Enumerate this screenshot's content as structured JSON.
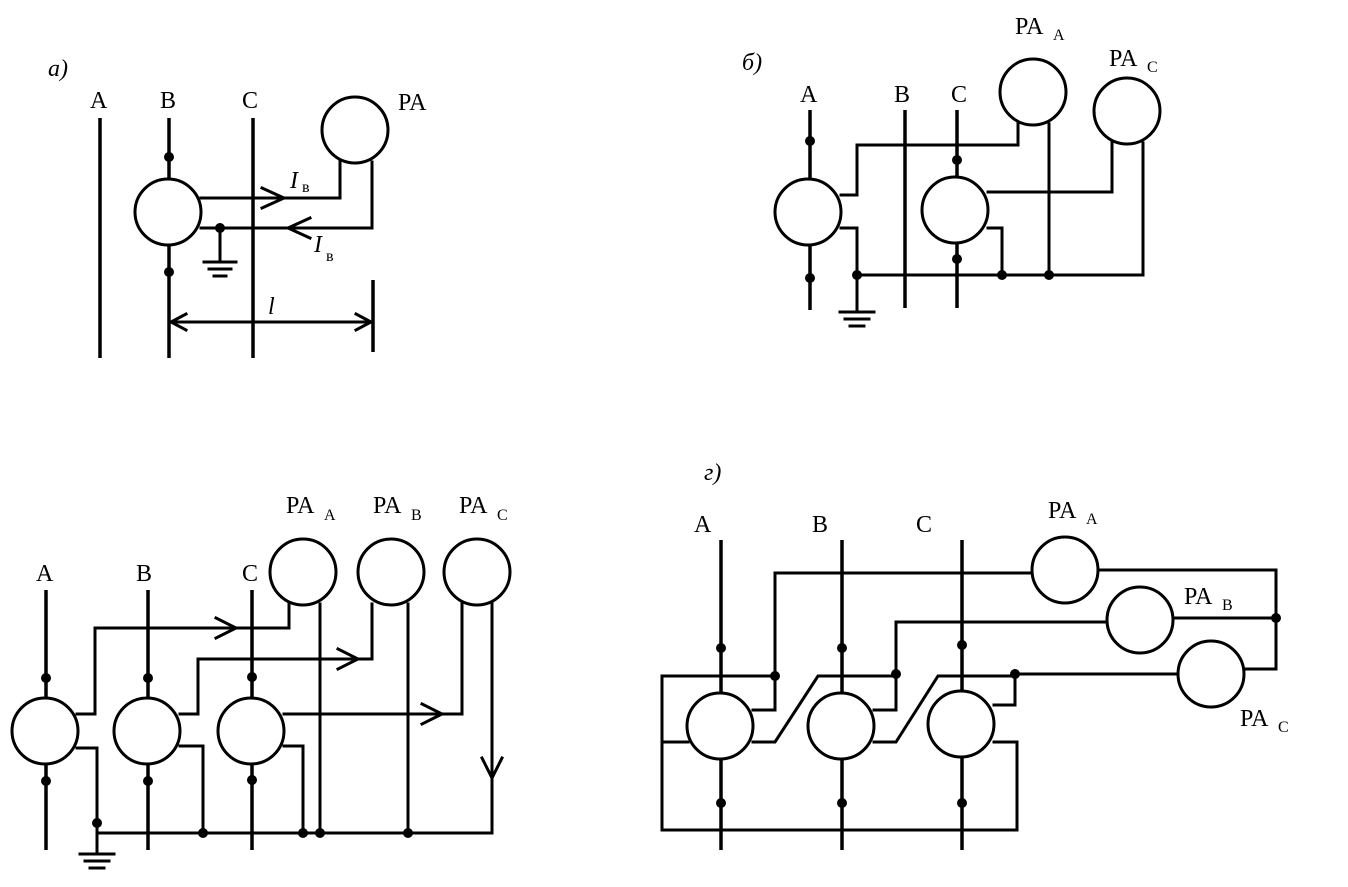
{
  "panels": {
    "a": {
      "label": "а)",
      "phases": [
        "A",
        "B",
        "C"
      ],
      "meter": "PA",
      "current_symbol": "I",
      "current_subscript": "в",
      "length_symbol": "l"
    },
    "b": {
      "label": "б)",
      "phases": [
        "A",
        "B",
        "C"
      ],
      "meters": [
        {
          "base": "PA",
          "sub": "A"
        },
        {
          "base": "PA",
          "sub": "C"
        }
      ]
    },
    "c": {
      "phases": [
        "A",
        "B",
        "C"
      ],
      "meters": [
        {
          "base": "PA",
          "sub": "A"
        },
        {
          "base": "PA",
          "sub": "B"
        },
        {
          "base": "PA",
          "sub": "C"
        }
      ]
    },
    "d": {
      "label": "г)",
      "phases": [
        "A",
        "B",
        "C"
      ],
      "meters": [
        {
          "base": "PA",
          "sub": "A"
        },
        {
          "base": "PA",
          "sub": "B"
        },
        {
          "base": "PA",
          "sub": "C"
        }
      ]
    }
  }
}
